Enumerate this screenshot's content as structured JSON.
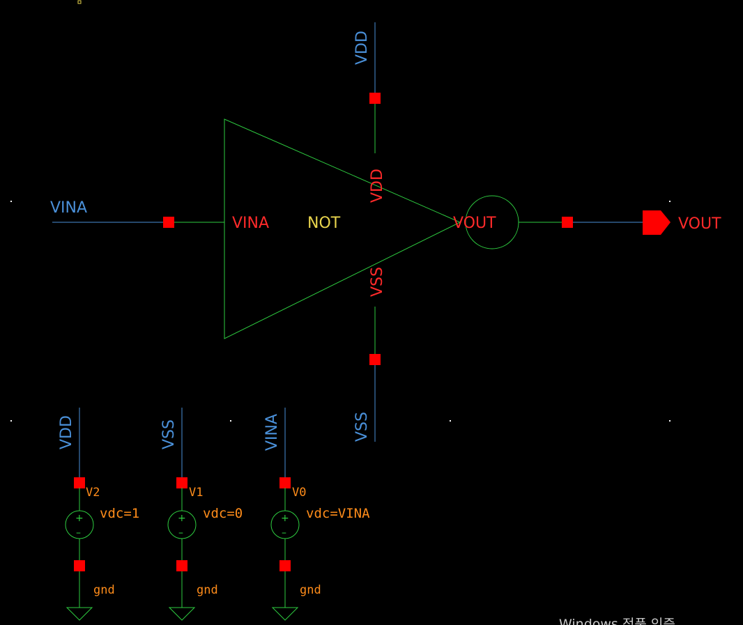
{
  "schematic": {
    "inverter": {
      "cell_name": "NOT",
      "pin_in": "VINA",
      "pin_out": "VOUT",
      "pin_vdd": "VDD",
      "pin_vss": "VSS"
    },
    "nets": {
      "input_label": "VINA",
      "output_label": "VOUT",
      "vdd_top_label": "VDD",
      "vss_bottom_label": "VSS"
    },
    "sources": [
      {
        "net": "VDD",
        "name": "V2",
        "param": "vdc=1",
        "ground": "gnd"
      },
      {
        "net": "VSS",
        "name": "V1",
        "param": "vdc=0",
        "ground": "gnd"
      },
      {
        "net": "VINA",
        "name": "V0",
        "param": "vdc=VINA",
        "ground": "gnd"
      }
    ]
  },
  "watermark": "Windows 정품 인증"
}
